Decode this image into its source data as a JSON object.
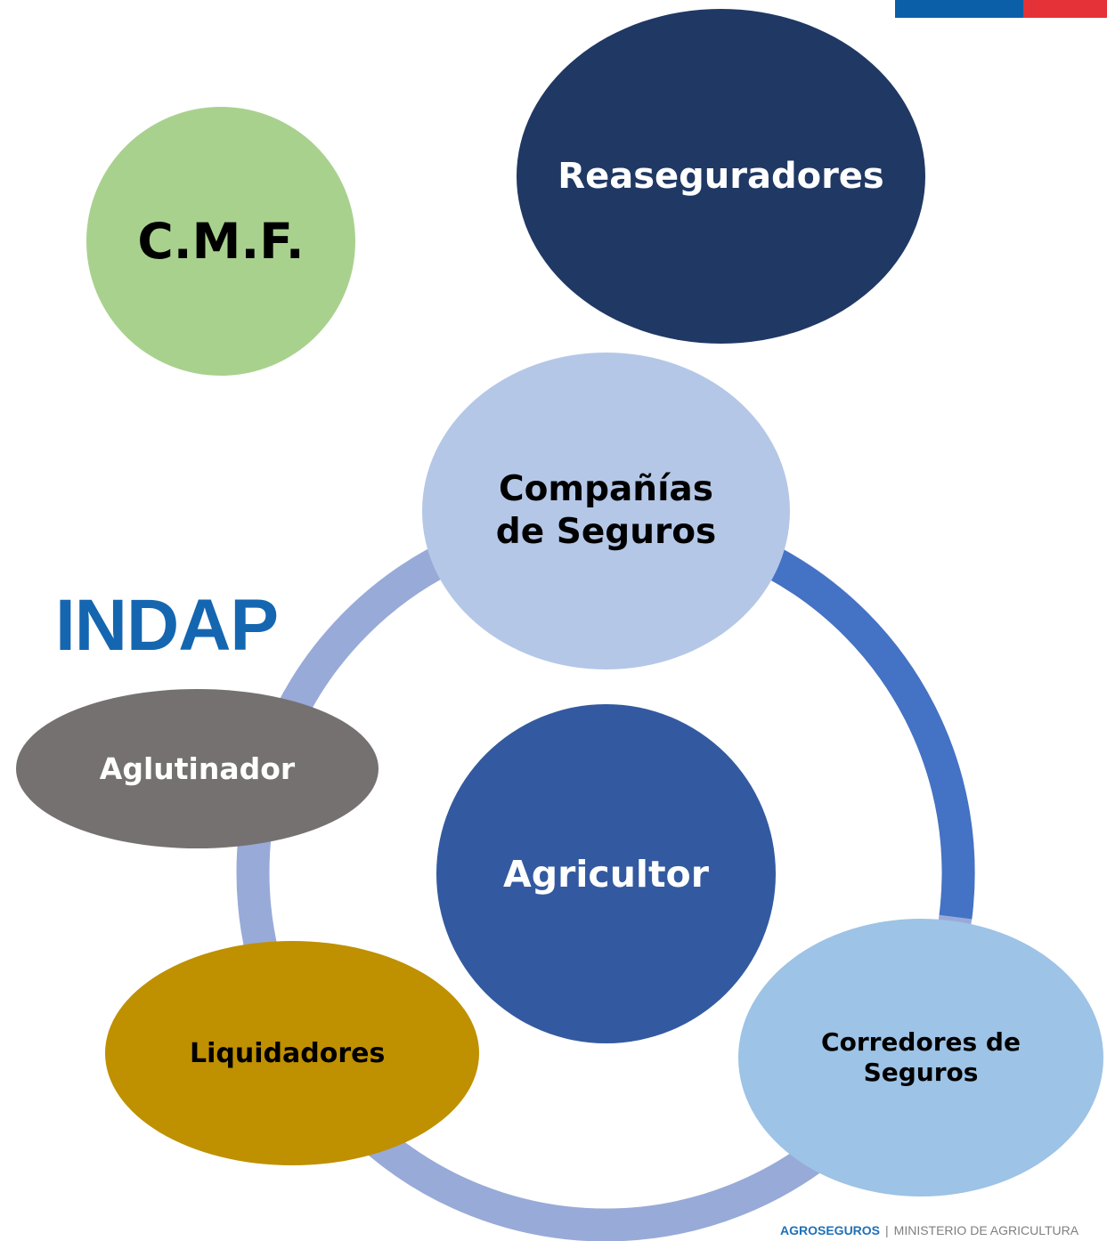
{
  "diagram": {
    "nodes": {
      "cmf": "C.M.F.",
      "reaseguradores": "Reaseguradores",
      "companias": "Compañías\nde Seguros",
      "agricultor": "Agricultor",
      "aglutinador": "Aglutinador",
      "liquidadores": "Liquidadores",
      "corredores": "Corredores  de\n Seguros"
    },
    "logo_text": "INDAP"
  },
  "footer": {
    "brand": "AGROSEGUROS",
    "separator": "|",
    "ministry": "MINISTERIO DE AGRICULTURA"
  },
  "colors": {
    "cmf": "#a9d18e",
    "reaseguradores": "#203864",
    "companias": "#b4c7e7",
    "agricultor": "#335aa0",
    "aglutinador": "#767171",
    "liquidadores": "#bf9000",
    "corredores": "#9dc3e6",
    "ring_light": "#98aad8",
    "ring_dark": "#4472c4",
    "indap": "#1566b0",
    "flag_blue": "#0b5fa8",
    "flag_red": "#e53238"
  }
}
